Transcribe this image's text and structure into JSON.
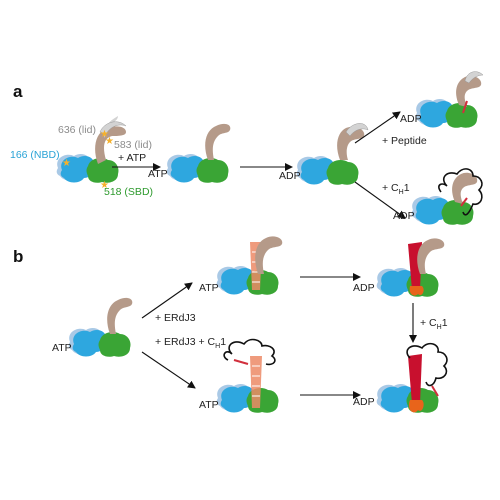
{
  "panels": {
    "a": "a",
    "b": "b"
  },
  "colors": {
    "nbd": "#2ea7df",
    "nbd_shadow": "#a9c9e6",
    "sbd": "#3aa535",
    "lid": "#b59a89",
    "lid_light": "#d3d3d3",
    "erdj3": "#ec8a66",
    "erdj3_bound": "#c8102e",
    "erdj3_jdomain": "#e8641b",
    "client": "#111111",
    "peptide": "#d12f3c",
    "star": "#f5b12c"
  },
  "panel_a": {
    "labels": {
      "site_636": "636 (lid)",
      "site_583": "583 (lid)",
      "site_166": "166 (NBD)",
      "site_518": "518 (SBD)"
    },
    "arrows": {
      "add_atp": "+ ATP",
      "add_peptide": "+ Peptide",
      "add_ch1_prefix": "+ C",
      "add_ch1_sub": "H",
      "add_ch1_suffix": "1"
    },
    "nucleotides": {
      "atp_1": "ATP",
      "adp_1": "ADP",
      "adp_2": "ADP",
      "adp_3": "ADP"
    }
  },
  "panel_b": {
    "nucleotides": {
      "atp_start": "ATP",
      "atp_top": "ATP",
      "adp_top": "ADP",
      "atp_bottom": "ATP",
      "adp_bottom": "ADP"
    },
    "arrows": {
      "add_erdj3": "+ ERdJ3",
      "add_erdj3_ch1_prefix": "+ ERdJ3 + C",
      "add_erdj3_ch1_sub": "H",
      "add_erdj3_ch1_suffix": "1",
      "add_ch1_prefix": "+ C",
      "add_ch1_sub": "H",
      "add_ch1_suffix": "1"
    }
  }
}
